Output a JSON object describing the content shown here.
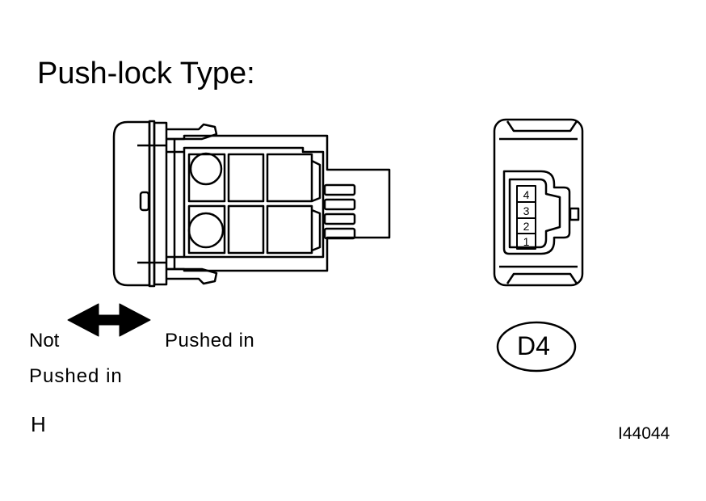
{
  "title": "Push-lock Type:",
  "labels": {
    "not": "Not",
    "pushed_not": "Pushed  in",
    "pushed_in": "Pushed in"
  },
  "connector": {
    "code": "D4",
    "pins": [
      "4",
      "3",
      "2",
      "1"
    ]
  },
  "mode_label": "H",
  "figure_id": "I44044"
}
